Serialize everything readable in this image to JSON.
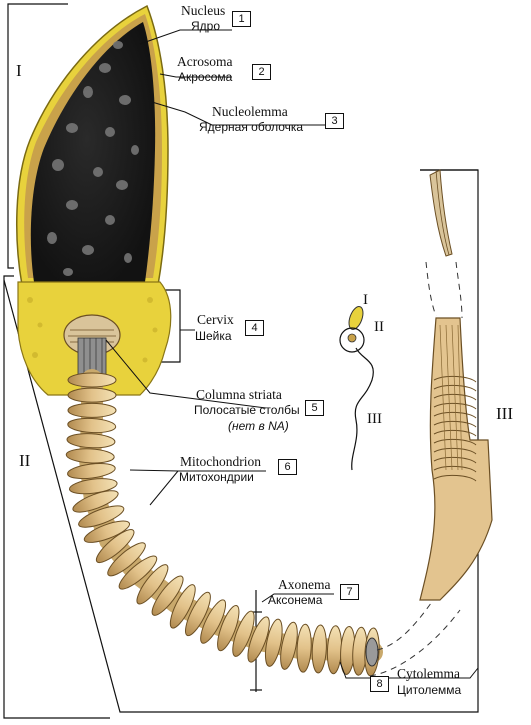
{
  "labels": [
    {
      "num": "1",
      "en": "Nucleus",
      "ru": "Ядро"
    },
    {
      "num": "2",
      "en": "Acrosoma",
      "ru": "Акросома"
    },
    {
      "num": "3",
      "en": "Nucleolemma",
      "ru": "Ядерная оболочка"
    },
    {
      "num": "4",
      "en": "Cervix",
      "ru": "Шейка"
    },
    {
      "num": "5",
      "en": "Columna striata",
      "ru": "Полосатые столбы",
      "note": "(нет в NA)"
    },
    {
      "num": "6",
      "en": "Mitochondrion",
      "ru": "Митохондрии"
    },
    {
      "num": "7",
      "en": "Axonema",
      "ru": "Аксонема"
    },
    {
      "num": "8",
      "en": "Cytolemma",
      "ru": "Цитолемма"
    }
  ],
  "regions": [
    "I",
    "II",
    "III"
  ],
  "colors": {
    "yellow": "#e8d23c",
    "nucleus": "#1b1b1b",
    "coil": "#e3c48f",
    "coil_edge": "#6b4f24",
    "line": "#111111"
  }
}
